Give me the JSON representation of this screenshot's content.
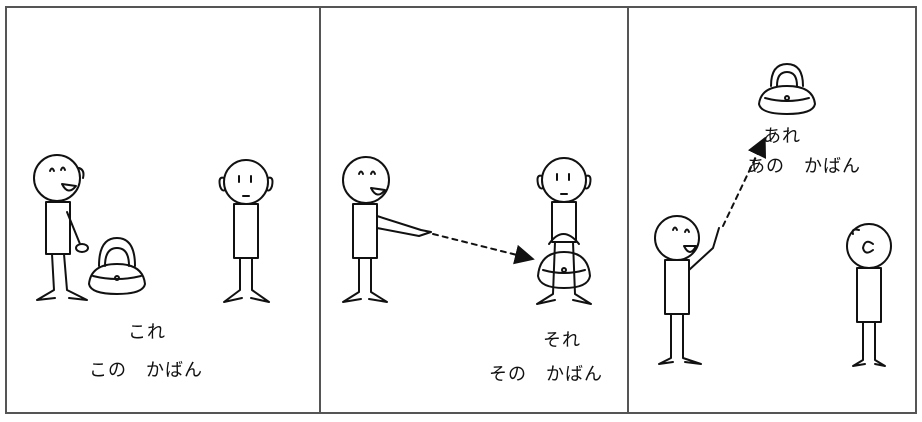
{
  "panels": [
    {
      "word": "これ",
      "phrase": "この　かばん"
    },
    {
      "word": "それ",
      "phrase": "その　かばん"
    },
    {
      "word": "あれ",
      "phrase": "あの　かばん"
    }
  ]
}
